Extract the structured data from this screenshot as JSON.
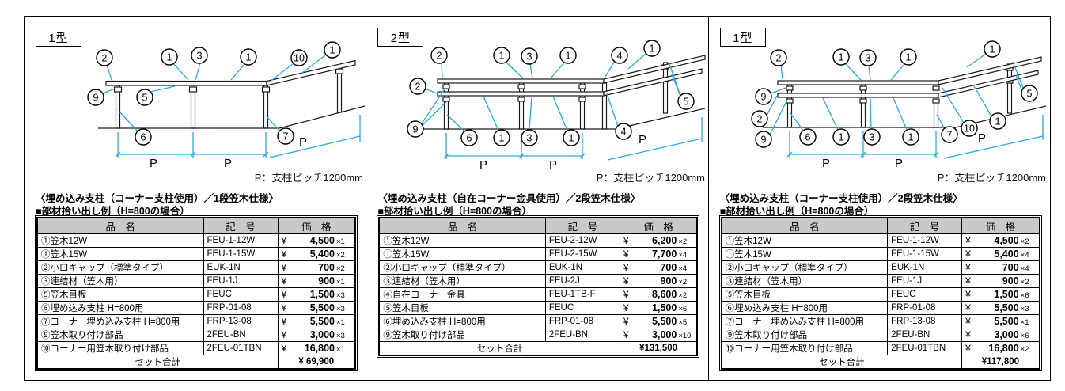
{
  "colors": {
    "leader_line": "#29abe2",
    "table_header_bg": "#c9c9c9",
    "ink": "#000000"
  },
  "panels": [
    {
      "type_label": "1型",
      "pitch_note": "P：支柱ピッチ1200mm",
      "spec_title": "〈埋め込み支柱（コーナー支柱使用）／1段笠木仕様〉",
      "example_title": "■部材拾い出し例（H=800の場合）",
      "diagram": {
        "callouts": [
          "2",
          "1",
          "3",
          "1",
          "10",
          "1",
          "9",
          "5",
          "6",
          "7"
        ],
        "p_labels": [
          "P",
          "P",
          "P"
        ]
      },
      "table": {
        "headers": [
          "品　名",
          "記　号",
          "価　格"
        ],
        "rows": [
          {
            "name": "①笠木12W",
            "code": "FEU-1-12W",
            "yen": "¥",
            "price": "4,500",
            "qty": "×1"
          },
          {
            "name": "①笠木15W",
            "code": "FEU-1-15W",
            "yen": "¥",
            "price": "5,400",
            "qty": "×2"
          },
          {
            "name": "②小口キャップ（標準タイプ）",
            "code": "EUK-1N",
            "yen": "¥",
            "price": "700",
            "qty": "×2"
          },
          {
            "name": "③連結材（笠木用）",
            "code": "FEU-1J",
            "yen": "¥",
            "price": "900",
            "qty": "×1"
          },
          {
            "name": "⑤笠木目板",
            "code": "FEUC",
            "yen": "¥",
            "price": "1,500",
            "qty": "×3"
          },
          {
            "name": "⑥埋め込み支柱 H=800用",
            "code": "FRP-01-08",
            "yen": "¥",
            "price": "5,500",
            "qty": "×3"
          },
          {
            "name": "⑦コーナー埋め込み支柱 H=800用",
            "code": "FRP-13-08",
            "yen": "¥",
            "price": "5,500",
            "qty": "×1"
          },
          {
            "name": "⑨笠木取り付け部品",
            "code": "2FEU-BN",
            "yen": "¥",
            "price": "3,000",
            "qty": "×3"
          },
          {
            "name": "⑩コーナー用笠木取り付け部品",
            "code": "2FEU-01TBN",
            "yen": "¥",
            "price": "16,800",
            "qty": "×1"
          }
        ],
        "total_label": "セット合計",
        "total": "¥ 69,900"
      }
    },
    {
      "type_label": "2型",
      "pitch_note": "P：支柱ピッチ1200mm",
      "spec_title": "〈埋め込み支柱（自在コーナー金具使用）／2段笠木仕様〉",
      "example_title": "■部材拾い出し例（H=800の場合）",
      "diagram": {
        "callouts": [
          "2",
          "1",
          "3",
          "1",
          "4",
          "1",
          "2",
          "9",
          "6",
          "1",
          "3",
          "1",
          "4",
          "5"
        ],
        "p_labels": [
          "P",
          "P",
          "P"
        ]
      },
      "table": {
        "headers": [
          "品　名",
          "記　号",
          "価　格"
        ],
        "rows": [
          {
            "name": "①笠木12W",
            "code": "FEU-2-12W",
            "yen": "¥",
            "price": "6,200",
            "qty": "×2"
          },
          {
            "name": "①笠木15W",
            "code": "FEU-2-15W",
            "yen": "¥",
            "price": "7,700",
            "qty": "×4"
          },
          {
            "name": "②小口キャップ（標準タイプ）",
            "code": "EUK-1N",
            "yen": "¥",
            "price": "700",
            "qty": "×4"
          },
          {
            "name": "③連結材（笠木用）",
            "code": "FEU-2J",
            "yen": "¥",
            "price": "900",
            "qty": "×2"
          },
          {
            "name": "④自在コーナー金具",
            "code": "FEU-1TB-F",
            "yen": "¥",
            "price": "8,600",
            "qty": "×2"
          },
          {
            "name": "⑤笠木目板",
            "code": "FEUC",
            "yen": "¥",
            "price": "1,500",
            "qty": "×6"
          },
          {
            "name": "⑥埋め込み支柱 H=800用",
            "code": "FRP-01-08",
            "yen": "¥",
            "price": "5,500",
            "qty": "×5"
          },
          {
            "name": "⑨笠木取り付け部品",
            "code": "2FEU-BN",
            "yen": "¥",
            "price": "3,000",
            "qty": "×10"
          }
        ],
        "total_label": "セット合計",
        "total": "¥131,500"
      }
    },
    {
      "type_label": "1型",
      "pitch_note": "P：支柱ピッチ1200mm",
      "spec_title": "〈埋め込み支柱（コーナー支柱使用）／2段笠木仕様〉",
      "example_title": "■部材拾い出し例（H=800の場合）",
      "diagram": {
        "callouts": [
          "2",
          "1",
          "3",
          "1",
          "1",
          "9",
          "2",
          "9",
          "6",
          "1",
          "3",
          "1",
          "7",
          "10",
          "1",
          "5"
        ],
        "p_labels": [
          "P",
          "P",
          "P"
        ]
      },
      "table": {
        "headers": [
          "品　名",
          "記　号",
          "価　格"
        ],
        "rows": [
          {
            "name": "①笠木12W",
            "code": "FEU-1-12W",
            "yen": "¥",
            "price": "4,500",
            "qty": "×2"
          },
          {
            "name": "①笠木15W",
            "code": "FEU-1-15W",
            "yen": "¥",
            "price": "5,400",
            "qty": "×4"
          },
          {
            "name": "②小口キャップ（標準タイプ）",
            "code": "EUK-1N",
            "yen": "¥",
            "price": "700",
            "qty": "×4"
          },
          {
            "name": "③連結材（笠木用）",
            "code": "FEU-1J",
            "yen": "¥",
            "price": "900",
            "qty": "×2"
          },
          {
            "name": "⑤笠木目板",
            "code": "FEUC",
            "yen": "¥",
            "price": "1,500",
            "qty": "×6"
          },
          {
            "name": "⑥埋め込み支柱 H=800用",
            "code": "FRP-01-08",
            "yen": "¥",
            "price": "5,500",
            "qty": "×3"
          },
          {
            "name": "⑦コーナー埋め込み支柱 H=800用",
            "code": "FRP-13-08",
            "yen": "¥",
            "price": "5,500",
            "qty": "×1"
          },
          {
            "name": "⑨笠木取り付け部品",
            "code": "2FEU-BN",
            "yen": "¥",
            "price": "3,000",
            "qty": "×6"
          },
          {
            "name": "⑩コーナー用笠木取り付け部品",
            "code": "2FEU-01TBN",
            "yen": "¥",
            "price": "16,800",
            "qty": "×2"
          }
        ],
        "total_label": "セット合計",
        "total": "¥117,800"
      }
    }
  ]
}
